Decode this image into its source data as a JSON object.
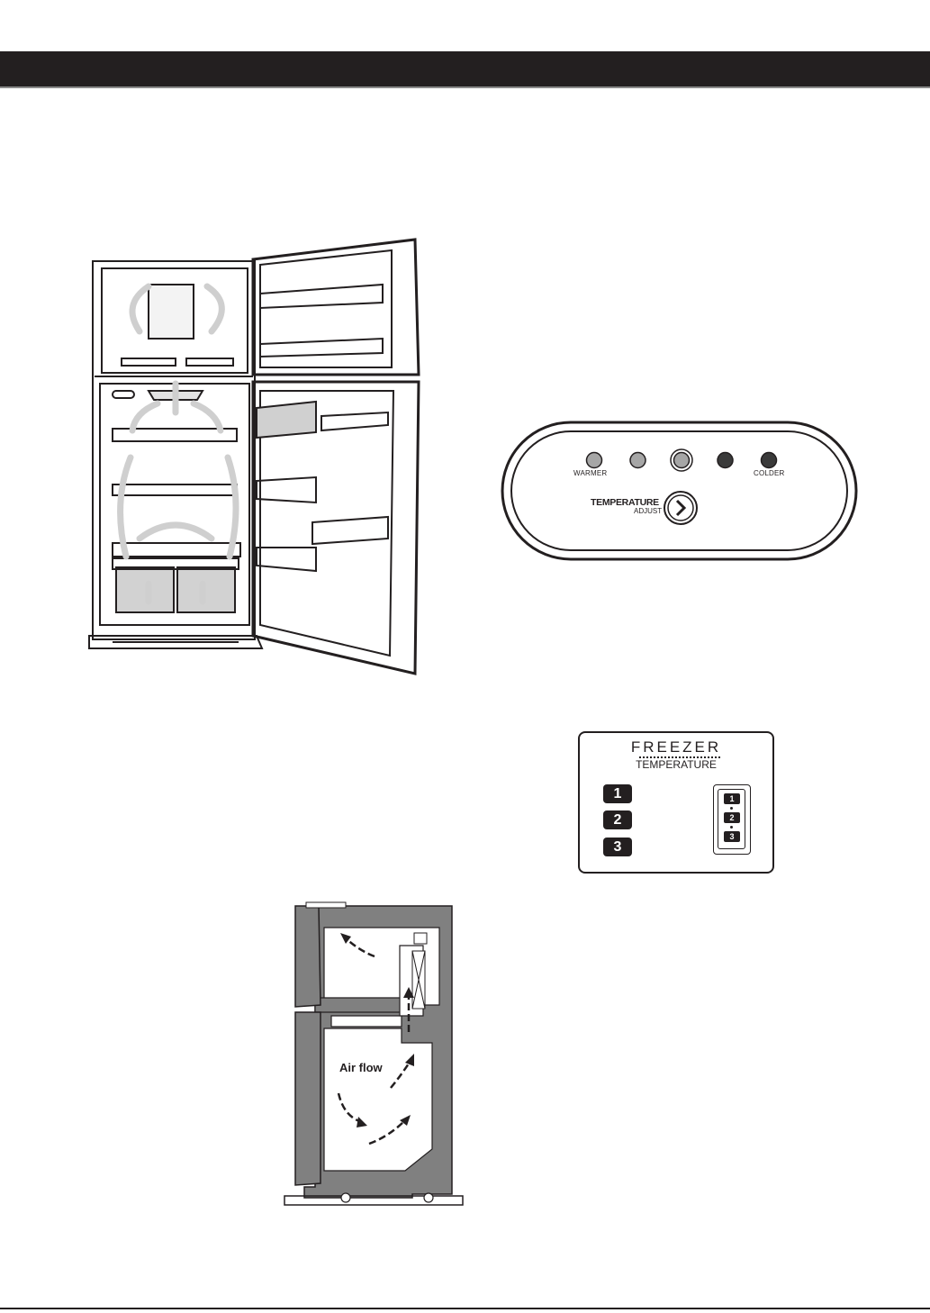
{
  "control_panel": {
    "warmer_label": "WARMER",
    "colder_label": "COLDER",
    "temperature_label": "TEMPERATURE",
    "adjust_label": "ADJUST",
    "level_count": 5,
    "selected_level": 3
  },
  "freezer_panel": {
    "title": "FREEZER",
    "subtitle": "TEMPERATURE",
    "levels": [
      "1",
      "2",
      "3"
    ],
    "switch_levels": [
      "1",
      "2",
      "3"
    ]
  },
  "airflow_diagram": {
    "label": "Air flow"
  },
  "icons": [
    "right-chevron-icon",
    "airflow-arrow-icon"
  ],
  "colors": {
    "header_bar": "#231f20",
    "cabinet_gray": "#808080",
    "led_light": "#a6a6a6",
    "led_dark": "#3a3a3a"
  }
}
